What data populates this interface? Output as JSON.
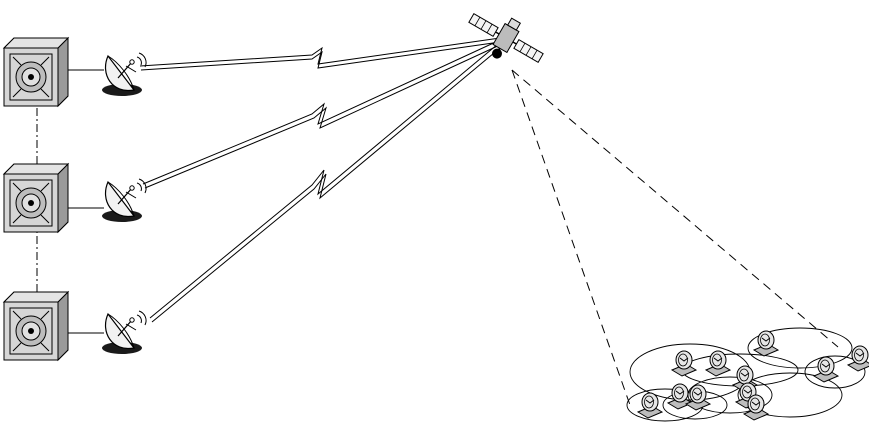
{
  "diagram": {
    "type": "satellite-network",
    "ground_stations": [
      {
        "server_icon": "server-icon",
        "dish_icon": "satellite-dish-icon"
      },
      {
        "server_icon": "server-icon",
        "dish_icon": "satellite-dish-icon"
      },
      {
        "server_icon": "server-icon",
        "dish_icon": "satellite-dish-icon"
      }
    ],
    "satellite_icon": "satellite-icon",
    "terminal_icon": "user-terminal-icon",
    "terminal_count": 11,
    "coverage_cell_count": 8,
    "colors": {
      "stroke": "#000000",
      "server_face": "#d0d0d0",
      "server_side": "#a8a8a8",
      "dish_shadow": "#1a1a1a",
      "background": "#ffffff"
    }
  }
}
